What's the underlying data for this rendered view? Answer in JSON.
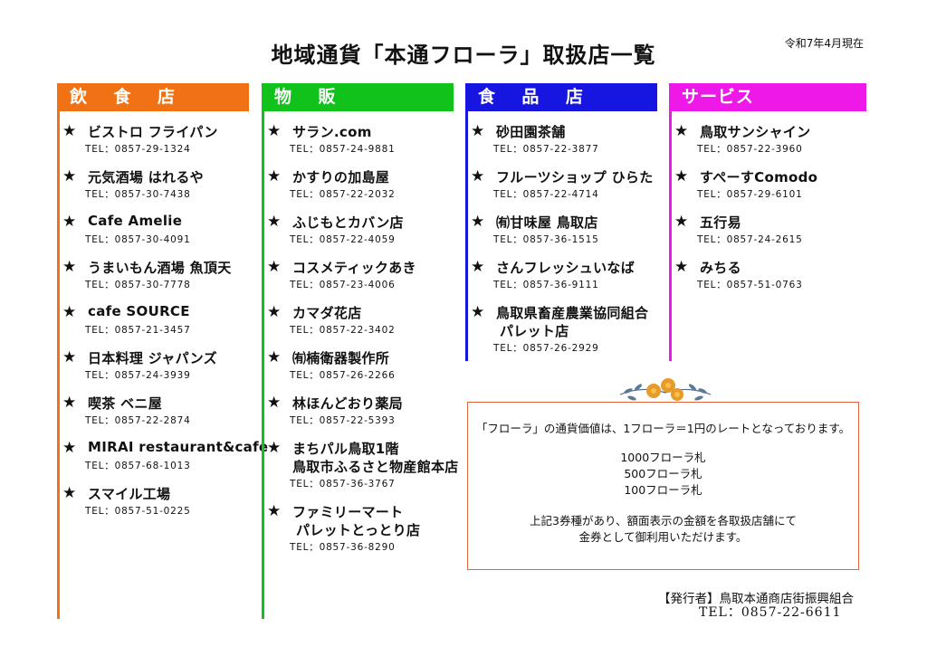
{
  "date": "令和7年4月現在",
  "title": "地域通貨「本通フローラ」取扱店一覧",
  "columns": [
    {
      "header": "飲 食 店",
      "color": "#f07214",
      "entries": [
        {
          "name": "ビストロ フライパン",
          "tel": "TEL：0857-29-1324"
        },
        {
          "name": "元気酒場 はれるや",
          "tel": "TEL：0857-30-7438"
        },
        {
          "name": "Cafe Amelie",
          "tel": "TEL：0857-30-4091"
        },
        {
          "name": "うまいもん酒場 魚頂天",
          "tel": "TEL：0857-30-7778"
        },
        {
          "name": "cafe SOURCE",
          "tel": "TEL：0857-21-3457"
        },
        {
          "name": "日本料理 ジャパンズ",
          "tel": "TEL：0857-24-3939"
        },
        {
          "name": "喫茶 ベニ屋",
          "tel": "TEL：0857-22-2874"
        },
        {
          "name": "MIRAI restaurant&cafe",
          "tel": "TEL：0857-68-1013"
        },
        {
          "name": "スマイル工場",
          "tel": "TEL：0857-51-0225"
        }
      ]
    },
    {
      "header": "物 販",
      "color": "#10c21a",
      "entries": [
        {
          "name": "サラン.com",
          "tel": "TEL：0857-24-9881"
        },
        {
          "name": "かすりの加島屋",
          "tel": "TEL：0857-22-2032"
        },
        {
          "name": "ふじもとカバン店",
          "tel": "TEL：0857-22-4059"
        },
        {
          "name": "コスメティックあき",
          "tel": "TEL：0857-23-4006"
        },
        {
          "name": "カマダ花店",
          "tel": "TEL：0857-22-3402"
        },
        {
          "name": "㈲楠衛器製作所",
          "tel": "TEL：0857-26-2266"
        },
        {
          "name": "林ほんどおり薬局",
          "tel": "TEL：0857-22-5393"
        },
        {
          "name": "まちパル鳥取1階",
          "sub": "鳥取市ふるさと物産館本店",
          "tel": "TEL：0857-36-3767"
        },
        {
          "name": "ファミリーマート",
          "sub": "パレットとっとり店",
          "tel": "TEL：0857-36-8290"
        }
      ]
    },
    {
      "header": "食 品 店",
      "color": "#1616e0",
      "entries": [
        {
          "name": "砂田園茶舗",
          "tel": "TEL：0857-22-3877"
        },
        {
          "name": "フルーツショップ ひらた",
          "tel": "TEL：0857-22-4714"
        },
        {
          "name": "㈲甘味屋 鳥取店",
          "tel": "TEL：0857-36-1515"
        },
        {
          "name": "さんフレッシュいなば",
          "tel": "TEL：0857-36-9111"
        },
        {
          "name": "鳥取県畜産農業協同組合",
          "sub": "パレット店",
          "tel": "TEL：0857-26-2929"
        }
      ]
    },
    {
      "header": "サービス",
      "color": "#ee18e8",
      "entries": [
        {
          "name": "鳥取サンシャイン",
          "tel": "TEL：0857-22-3960"
        },
        {
          "name": "すぺーすComodo",
          "tel": "TEL：0857-29-6101"
        },
        {
          "name": "五行易",
          "tel": "TEL：0857-24-2615"
        },
        {
          "name": "みちる",
          "tel": "TEL：0857-51-0763"
        }
      ]
    }
  ],
  "info": {
    "rate": "「フローラ」の通貨価値は、1フローラ＝1円のレートとなっております。",
    "notes": [
      "1000フローラ札",
      "500フローラ札",
      "100フローラ札"
    ],
    "usage_line1": "上記3券種があり、額面表示の金額を各取扱店舗にて",
    "usage_line2": "金券として御利用いただけます。"
  },
  "publisher": "【発行者】鳥取本通商店街振興組合",
  "publisher_tel": "TEL：0857-22-6611"
}
